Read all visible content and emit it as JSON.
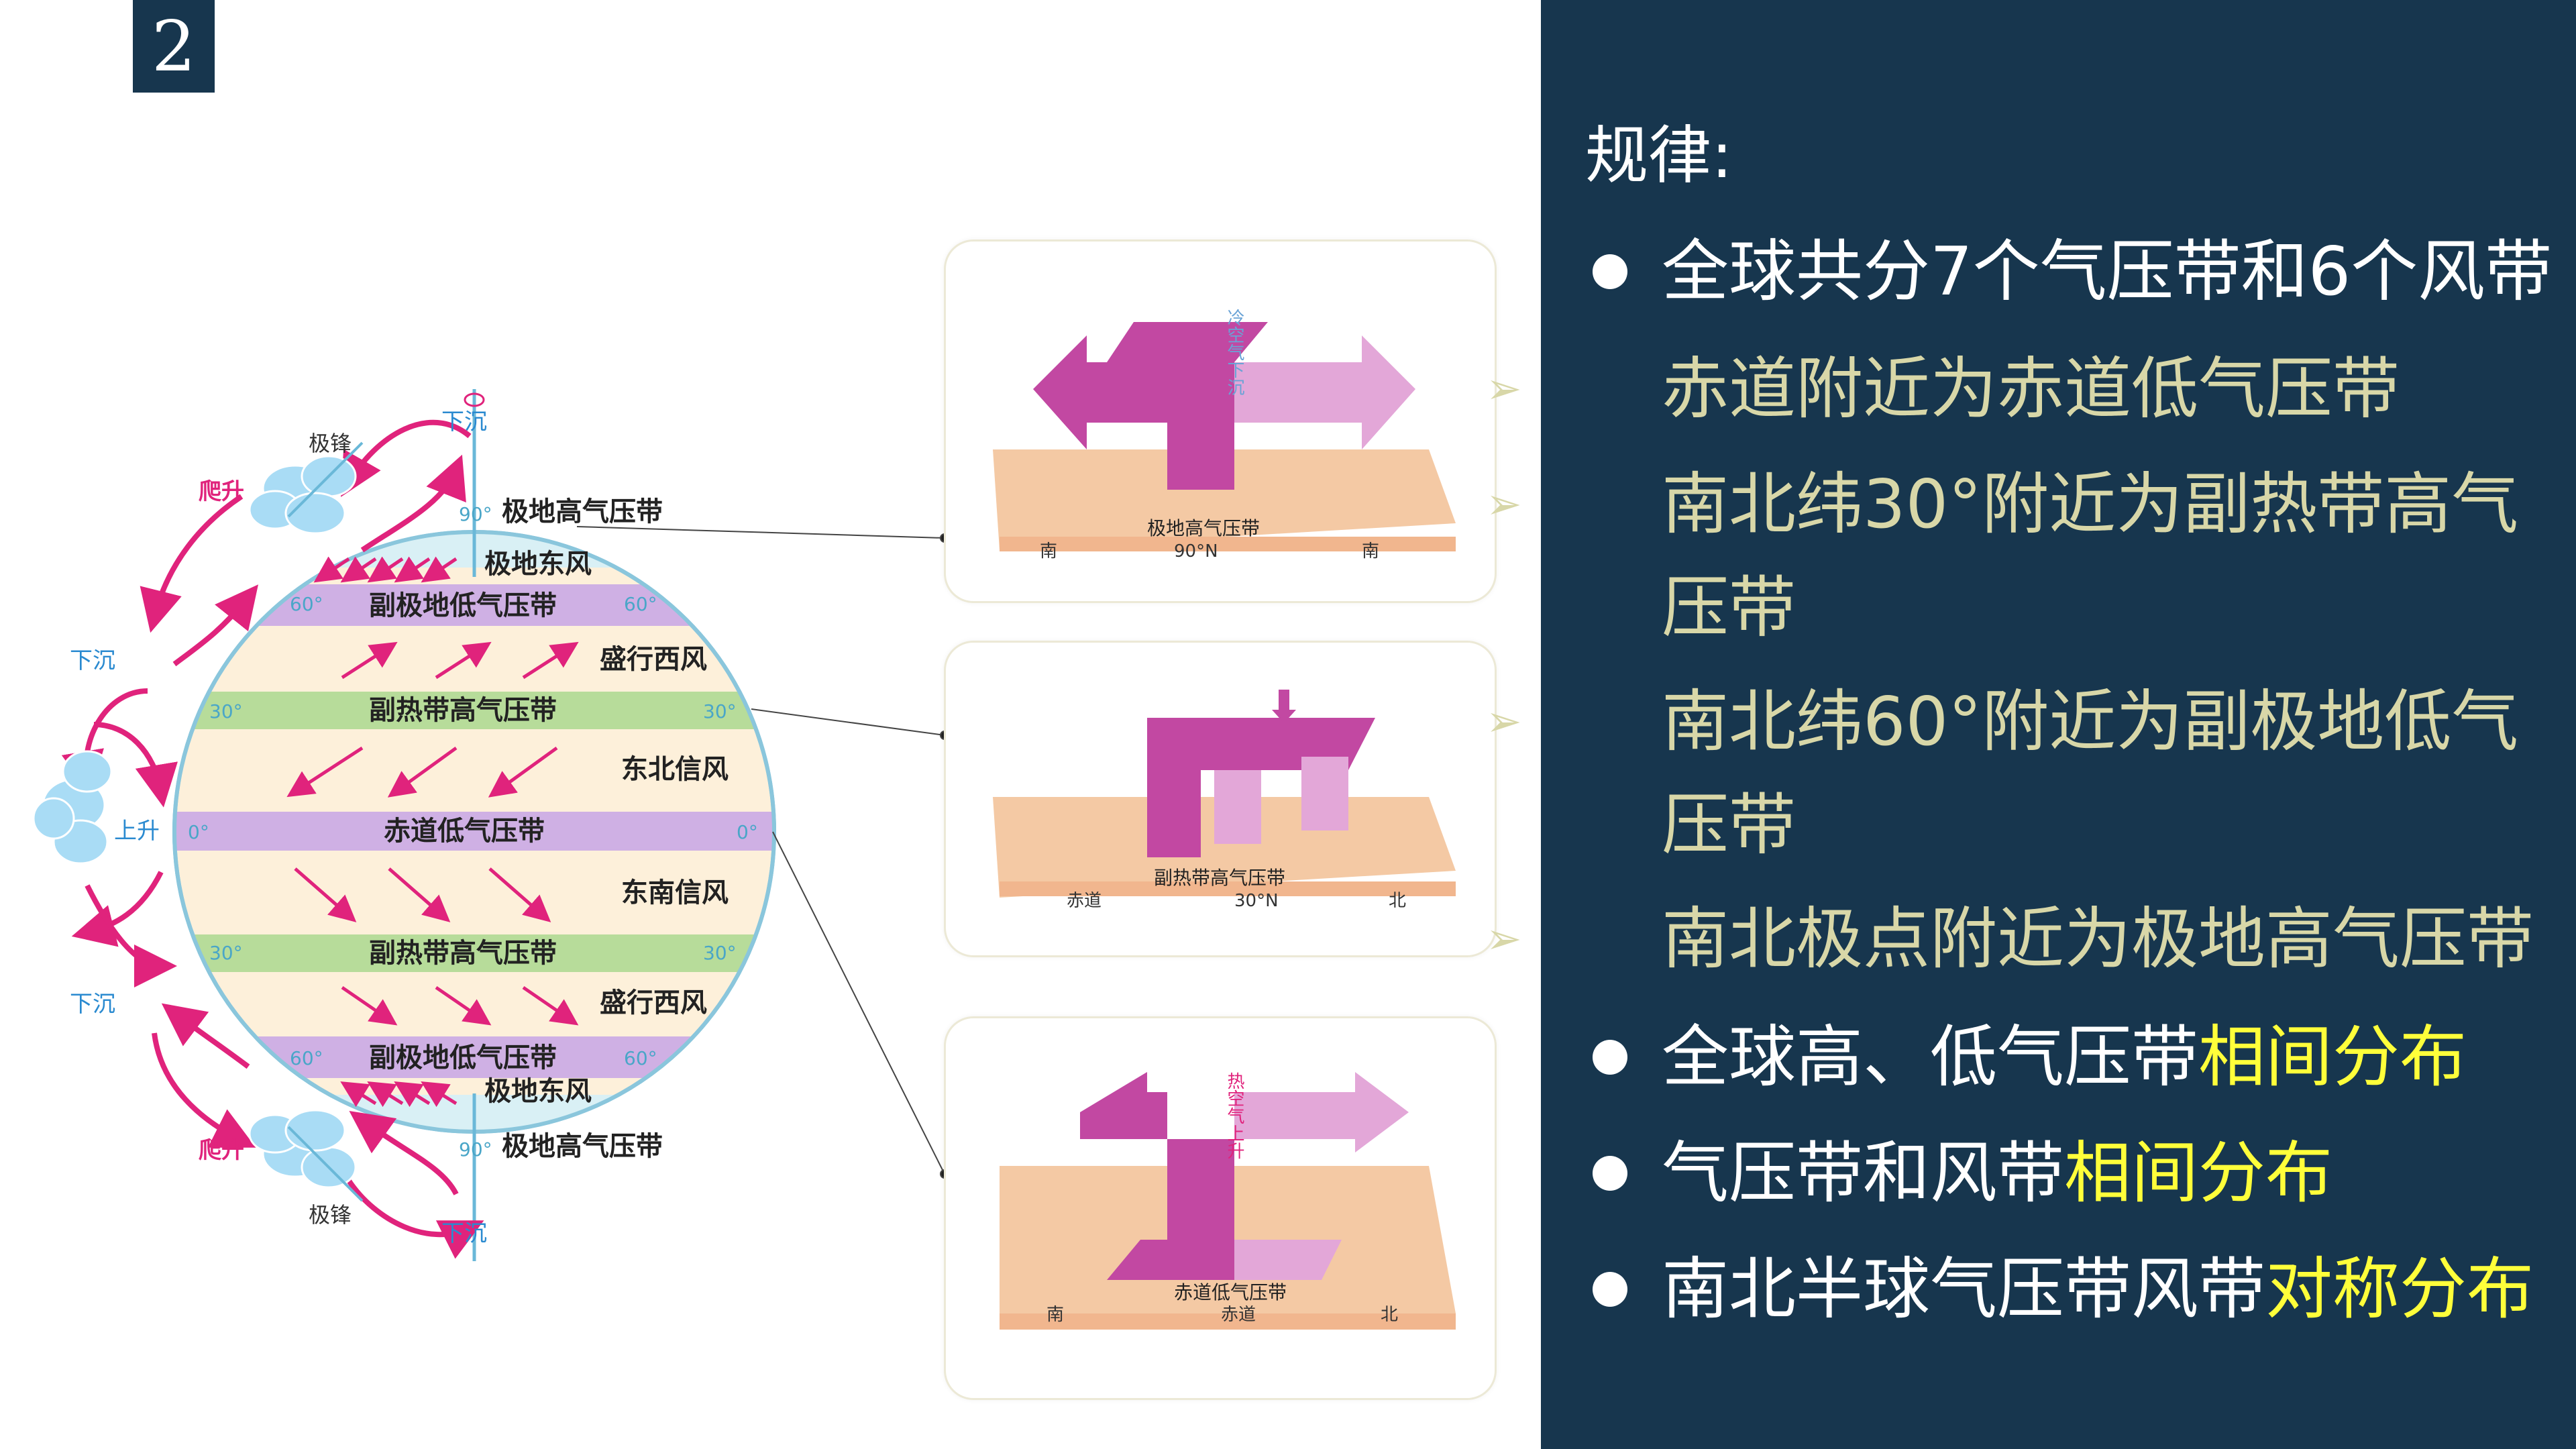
{
  "badge": "2",
  "globe": {
    "labels": {
      "jifeng_top": "极锋",
      "jifeng_bottom": "极锋",
      "pasheng_top": "爬升",
      "pasheng_bottom": "爬升",
      "xiachen_top": "下沉",
      "xiachen_left_top": "下沉",
      "xiachen_left_bottom": "下沉",
      "xiachen_bottom": "下沉",
      "shangsheng": "上升"
    },
    "belts": {
      "polar_high_n": "极地高气压带",
      "polar_east_n": "极地东风",
      "subpolar_low_n": "副极地低气压带",
      "westerly_n": "盛行西风",
      "subtropical_high_n": "副热带高气压带",
      "ne_trade": "东北信风",
      "equatorial_low": "赤道低气压带",
      "se_trade": "东南信风",
      "subtropical_high_s": "副热带高气压带",
      "westerly_s": "盛行西风",
      "subpolar_low_s": "副极地低气压带",
      "polar_east_s": "极地东风",
      "polar_high_s": "极地高气压带"
    },
    "degrees": {
      "d90": "90°",
      "d60": "60°",
      "d30": "30°",
      "d0": "0°"
    }
  },
  "cards": [
    {
      "vertical_label": "冷空气下沉",
      "belt_label": "极地高气压带",
      "left": "南",
      "center": "90°N",
      "right": "南"
    },
    {
      "vertical_label": "",
      "belt_label": "副热带高气压带",
      "left": "赤道",
      "center": "30°N",
      "right": "北"
    },
    {
      "vertical_label": "热空气上升",
      "belt_label": "赤道低气压带",
      "left": "南",
      "center": "赤道",
      "right": "北"
    }
  ],
  "panel": {
    "heading": "规律:",
    "tick_glyph": "➢",
    "lines": {
      "l1": "全球共分7个气压带和6个风带",
      "l2": "赤道附近为赤道低气压带",
      "l3": "南北纬30°附近为副热带高气",
      "l4": "压带",
      "l5": "南北纬60°附近为副极地低气",
      "l6": "压带",
      "l7": "南北极点附近为极地高气压带",
      "l8_plain": "全球高、低气压带",
      "l8_hl": "相间分布",
      "l9_plain": "气压带和风带",
      "l9_hl": "相间分布",
      "l10_plain": "南北半球气压带风带",
      "l10_hl": "对称分布"
    }
  },
  "colors": {
    "panel_bg": "#17364e",
    "sub_text": "#d8d7a8",
    "highlight": "#ffff3a",
    "arrow_magenta": "#e0237c",
    "belt_purple": "#cfb0e4",
    "belt_green": "#b7dc9a",
    "globe_fill": "#fdf0da"
  }
}
